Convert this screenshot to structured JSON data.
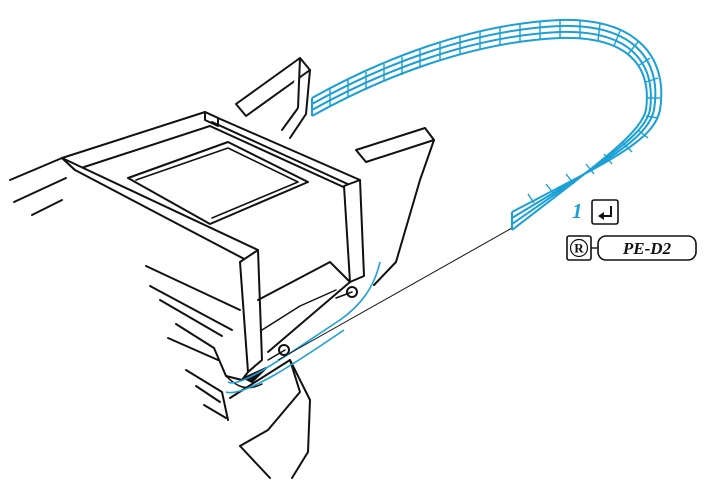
{
  "callout": {
    "part_number": "1",
    "return_icon": "return-arrow-icon",
    "registered_icon": "registered-r-icon",
    "registered_symbol": "R",
    "part_code": "PE-D2"
  },
  "colors": {
    "line_art": "#111111",
    "part_highlight": "#1aa0d6",
    "part_label": "#1aa0d6",
    "background": "#ffffff"
  }
}
